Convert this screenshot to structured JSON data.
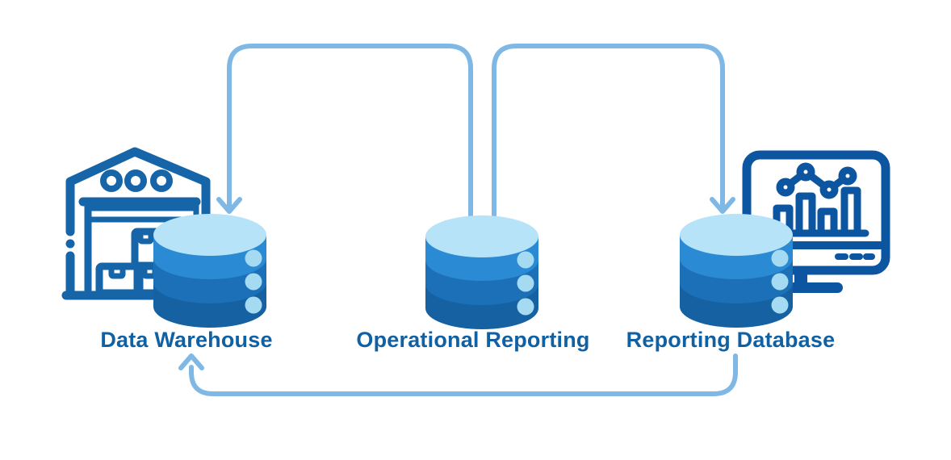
{
  "diagram": {
    "nodes": [
      {
        "id": "data-warehouse",
        "label": "Data Warehouse",
        "icon": "warehouse-icon"
      },
      {
        "id": "operational-reporting",
        "label": "Operational Reporting",
        "icon": "database-cylinder-icon"
      },
      {
        "id": "reporting-database",
        "label": "Reporting Database",
        "icon": "monitor-analytics-icon"
      }
    ],
    "flows": [
      {
        "from": "Operational Reporting",
        "to": "Data Warehouse",
        "route": "top-left-loop, arrow points down onto Data Warehouse cylinder"
      },
      {
        "from": "Operational Reporting",
        "to": "Reporting Database",
        "route": "top-right-loop, arrow points down onto Reporting Database cylinder"
      },
      {
        "from": "Reporting Database",
        "to": "Data Warehouse",
        "route": "bottom-loop, arrow points up at Data Warehouse label"
      }
    ],
    "colors": {
      "arrow": "#7fb8e5",
      "label_text": "#1061a4",
      "warehouse_outline": "#1565a8",
      "monitor_outline": "#0c55a1",
      "cylinder_top": "#b7e3f8",
      "cylinder_band1": "#2a8bd4",
      "cylinder_band2": "#1c70b8",
      "cylinder_band3": "#1561a1",
      "cylinder_dots": "#a5dbf2"
    }
  }
}
